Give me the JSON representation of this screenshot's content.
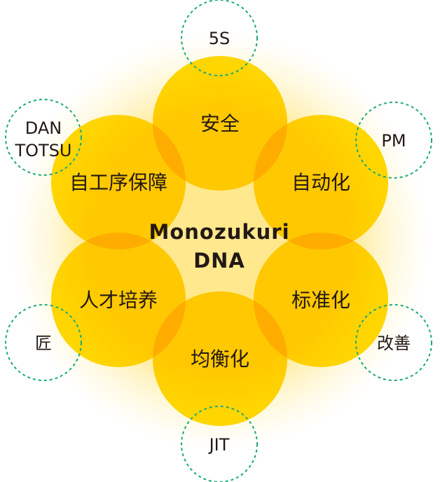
{
  "center": {
    "line1": "Monozukuri",
    "line2": "DNA"
  },
  "core_values": [
    {
      "label": "安全"
    },
    {
      "label": "自工序保障"
    },
    {
      "label": "自动化"
    },
    {
      "label": "人才培养"
    },
    {
      "label": "标准化"
    },
    {
      "label": "均衡化"
    }
  ],
  "satellites": [
    {
      "label": "5S"
    },
    {
      "line1": "DAN",
      "line2": "TOTSU"
    },
    {
      "label": "PM"
    },
    {
      "label": "匠"
    },
    {
      "label": "改善"
    },
    {
      "label": "JIT"
    }
  ],
  "colors": {
    "circle": "#FFDB00",
    "dashed": "#1BAA7B",
    "text": "#231815"
  }
}
